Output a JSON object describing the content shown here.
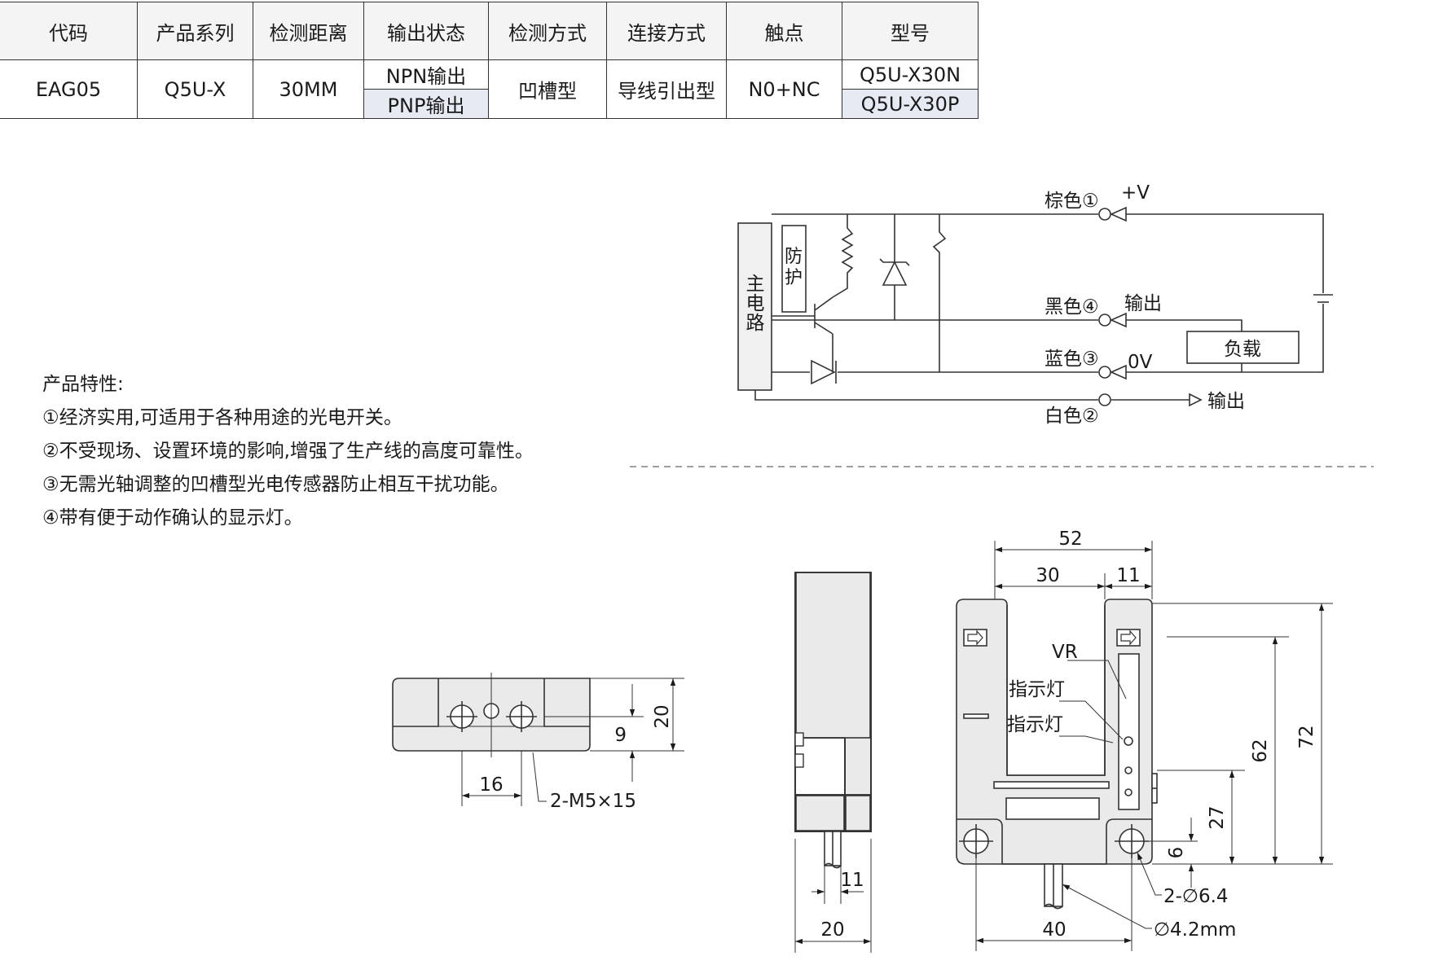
{
  "table": {
    "headers": [
      "代码",
      "产品系列",
      "检测距离",
      "输出状态",
      "检测方式",
      "连接方式",
      "触点",
      "型号"
    ],
    "code": "EAG05",
    "series": "Q5U-X",
    "distance": "30MM",
    "output_npn": "NPN输出",
    "output_pnp": "PNP输出",
    "detect_method": "凹槽型",
    "connect_method": "导线引出型",
    "contact": "N0+NC",
    "model_npn": "Q5U-X30N",
    "model_pnp": "Q5U-X30P"
  },
  "features": {
    "title": "产品特性:",
    "items": [
      "①经济实用,可适用于各种用途的光电开关。",
      "②不受现场、设置环境的影响,增强了生产线的高度可靠性。",
      "③无需光轴调整的凹槽型光电传感器防止相互干扰功能。",
      "④带有便于动作确认的显示灯。"
    ]
  },
  "circuit": {
    "main_circuit": "主电路",
    "protect": "防护",
    "wire_brown": "棕色①",
    "plus_v": "+V",
    "wire_black": "黑色④",
    "output": "输出",
    "wire_blue": "蓝色③",
    "zero_v": "0V",
    "wire_white": "白色②",
    "output2": "输出",
    "load": "负载"
  },
  "drawing": {
    "top_view": {
      "dim_16": "16",
      "dim_9": "9",
      "dim_20": "20",
      "thread": "2-M5×15"
    },
    "side_view": {
      "dim_11": "11",
      "dim_20": "20"
    },
    "front_view": {
      "dim_52": "52",
      "dim_30": "30",
      "dim_11": "11",
      "dim_62": "62",
      "dim_72": "72",
      "dim_27": "27",
      "dim_6": "6",
      "dim_40": "40",
      "holes": "2-∅6.4",
      "cable": "∅4.2mm",
      "vr": "VR",
      "indicator1": "指示灯",
      "indicator2": "指示灯"
    }
  }
}
